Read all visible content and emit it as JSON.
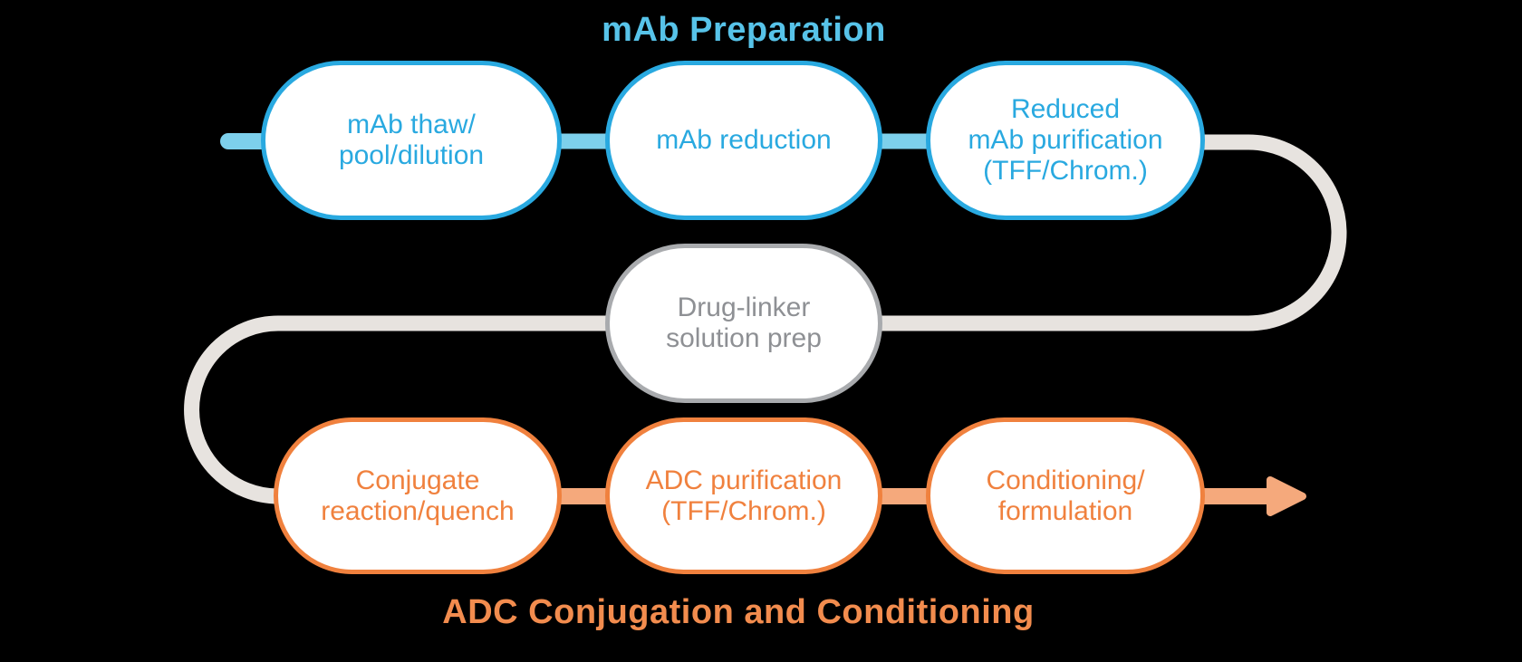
{
  "colors": {
    "background": "#000000",
    "box_fill": "#FFFFFF",
    "blue": "#29A9E0",
    "blue_light": "#7DD0EC",
    "blue_title": "#57C3E9",
    "gray_border": "#A9ABAE",
    "gray_text": "#8E9094",
    "gray_line": "#E7E3DF",
    "orange": "#F0813E",
    "orange_light": "#F5A97C",
    "orange_title": "#F28C4E"
  },
  "flow": {
    "mab_preparation": {
      "title": "mAb Preparation",
      "steps": [
        {
          "id": "mab-thaw-pool-dilution",
          "lines": [
            "mAb thaw/",
            "pool/dilution"
          ]
        },
        {
          "id": "mab-reduction",
          "lines": [
            "mAb reduction"
          ]
        },
        {
          "id": "reduced-mab-purification",
          "lines": [
            "Reduced",
            "mAb purification",
            "(TFF/Chrom.)"
          ]
        }
      ]
    },
    "drug_linker": {
      "lines": [
        "Drug-linker",
        "solution prep"
      ]
    },
    "adc_conjugation": {
      "title": "ADC Conjugation and Conditioning",
      "steps": [
        {
          "id": "conjugate-reaction-quench",
          "lines": [
            "Conjugate",
            "reaction/quench"
          ]
        },
        {
          "id": "adc-purification",
          "lines": [
            "ADC purification",
            "(TFF/Chrom.)"
          ]
        },
        {
          "id": "conditioning-formulation",
          "lines": [
            "Conditioning/",
            "formulation"
          ]
        }
      ]
    }
  }
}
